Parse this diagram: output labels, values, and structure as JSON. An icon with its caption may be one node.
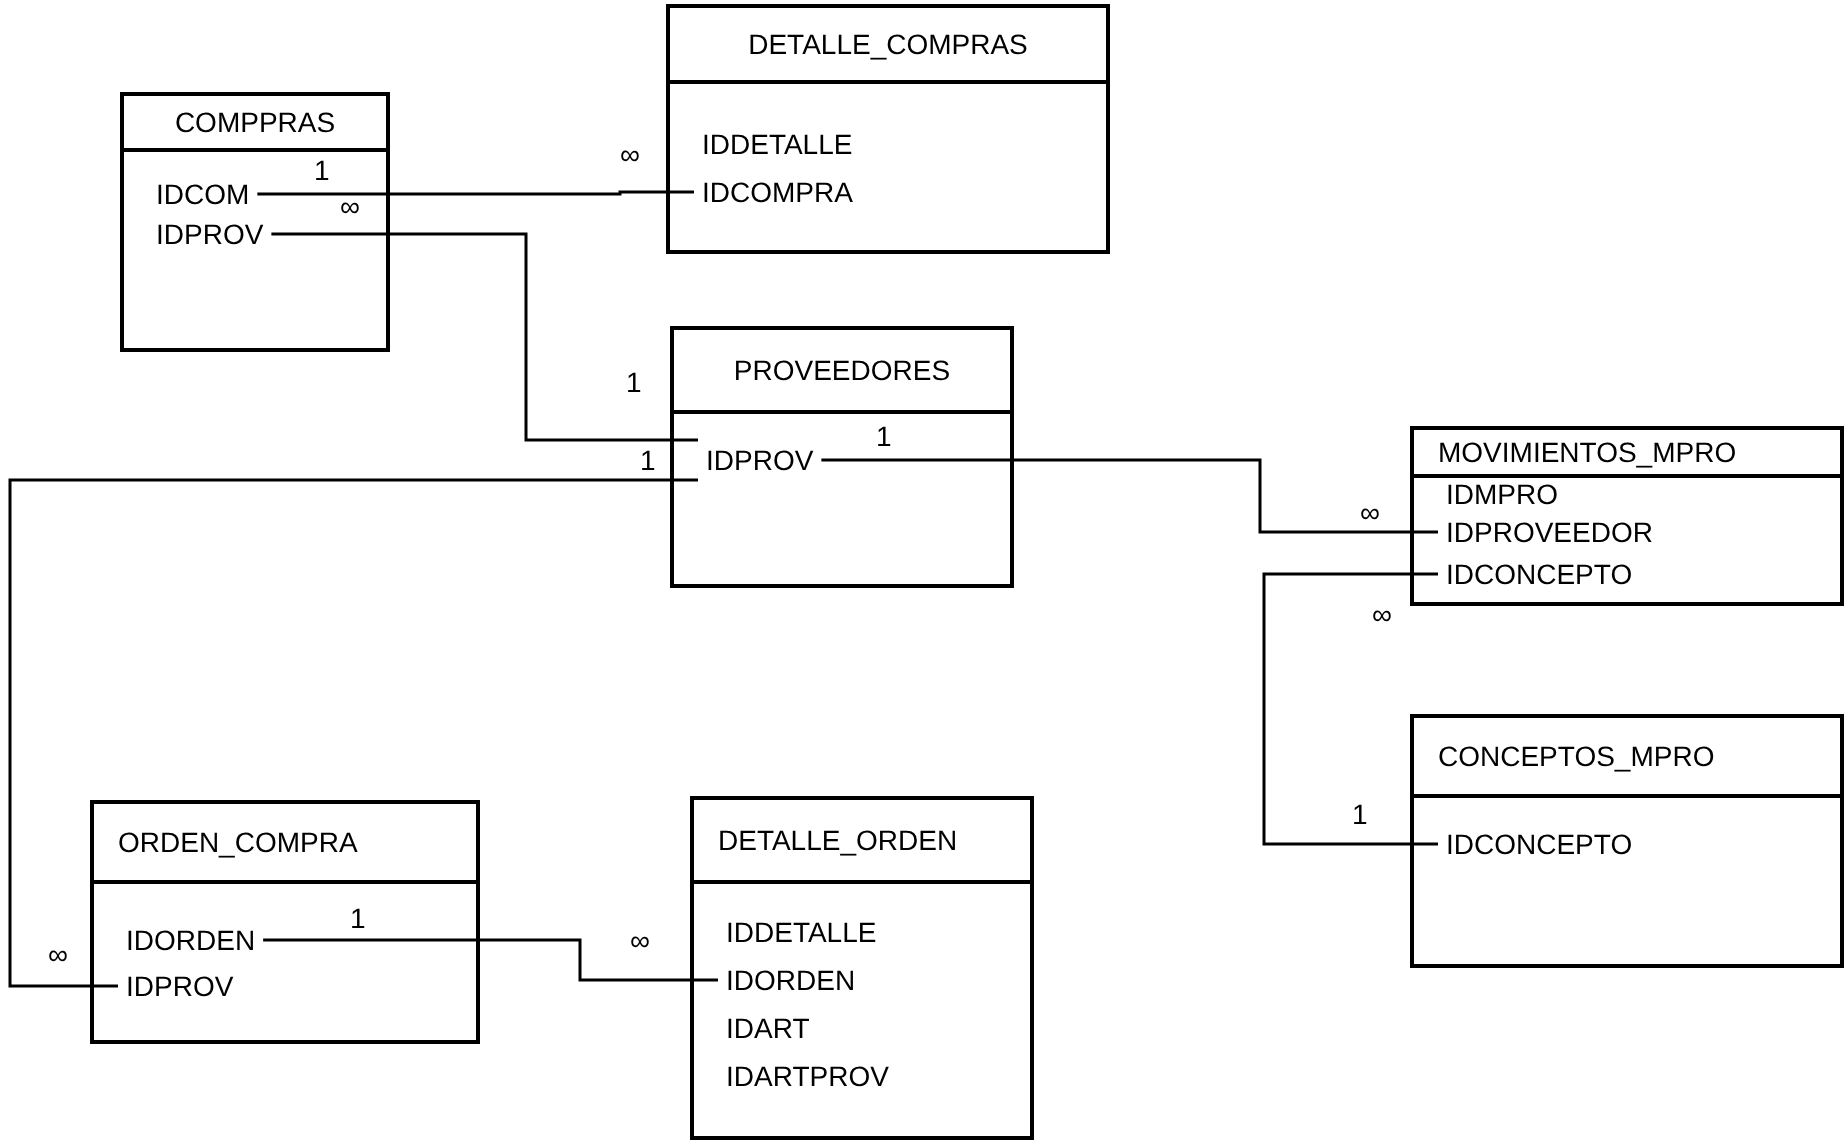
{
  "diagram": {
    "nodes": [
      {
        "text": [
          "COMPPRAS"
        ]
      },
      {
        "text": [
          "IDCOM"
        ],
        "in": 0
      },
      {
        "text": [
          "IDPROV"
        ],
        "in": 0
      },
      {
        "text": [
          "DETALLE_COMPRAS"
        ]
      },
      {
        "text": [
          "IDDETALLE"
        ],
        "in": 3
      },
      {
        "text": [
          "IDCOMPRA"
        ],
        "in": 3
      },
      {
        "text": [
          "PROVEEDORES"
        ]
      },
      {
        "text": [
          "IDPROV"
        ],
        "in": 6
      },
      {
        "text": [
          "MOVIMIENTOS_MPRO"
        ]
      },
      {
        "text": [
          "IDMPRO"
        ],
        "in": 8
      },
      {
        "text": [
          "IDPROVEEDOR"
        ],
        "in": 8
      },
      {
        "text": [
          "IDCONCEPTO"
        ],
        "in": 8
      },
      {
        "text": [
          "CONCEPTOS_MPRO"
        ]
      },
      {
        "text": [
          "IDCONCEPTO"
        ],
        "in": 12
      },
      {
        "text": [
          "ORDEN_COMPRA"
        ]
      },
      {
        "text": [
          "IDORDEN"
        ],
        "in": 14
      },
      {
        "text": [
          "IDPROV"
        ],
        "in": 14
      },
      {
        "text": [
          "DETALLE_ORDEN"
        ]
      },
      {
        "text": [
          "IDDETALLE"
        ],
        "in": 17
      },
      {
        "text": [
          "IDORDEN"
        ],
        "in": 17
      },
      {
        "text": [
          "IDART"
        ],
        "in": 17
      },
      {
        "text": [
          "IDARTPROV"
        ],
        "in": 17
      }
    ],
    "edges": [
      {
        "from": 1,
        "to": 5,
        "arrow": "none"
      },
      {
        "from": 2,
        "to": 7,
        "arrow": "none"
      },
      {
        "from": 7,
        "to": 10,
        "arrow": "none"
      },
      {
        "from": 13,
        "to": 11,
        "arrow": "none"
      },
      {
        "from": 7,
        "to": 16,
        "arrow": "none"
      },
      {
        "from": 15,
        "to": 19,
        "arrow": "none"
      }
    ],
    "labels": [
      "∞",
      "1",
      "∞",
      "1",
      "1",
      "1",
      "∞",
      "∞",
      "1",
      "1",
      "∞",
      "∞"
    ]
  }
}
